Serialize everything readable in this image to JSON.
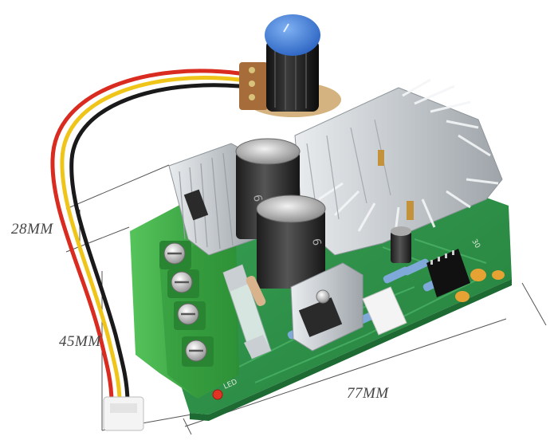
{
  "photo": {
    "subject": "PWM DC motor speed controller module",
    "dimensions": {
      "height_upper": "28MM",
      "height_lower": "45MM",
      "length": "77MM"
    },
    "silkscreen": {
      "led": "LED"
    }
  },
  "colors": {
    "pcb": "#2f9a4c",
    "terminal_block": "#3fae4a",
    "knob_cap": "#3f7fd6",
    "heatsink": "#cfd3d6",
    "capacitor": "#3a3a3a",
    "wire_red": "#d92b1f",
    "wire_yellow": "#f0c51a",
    "wire_black": "#1a1a1a"
  }
}
